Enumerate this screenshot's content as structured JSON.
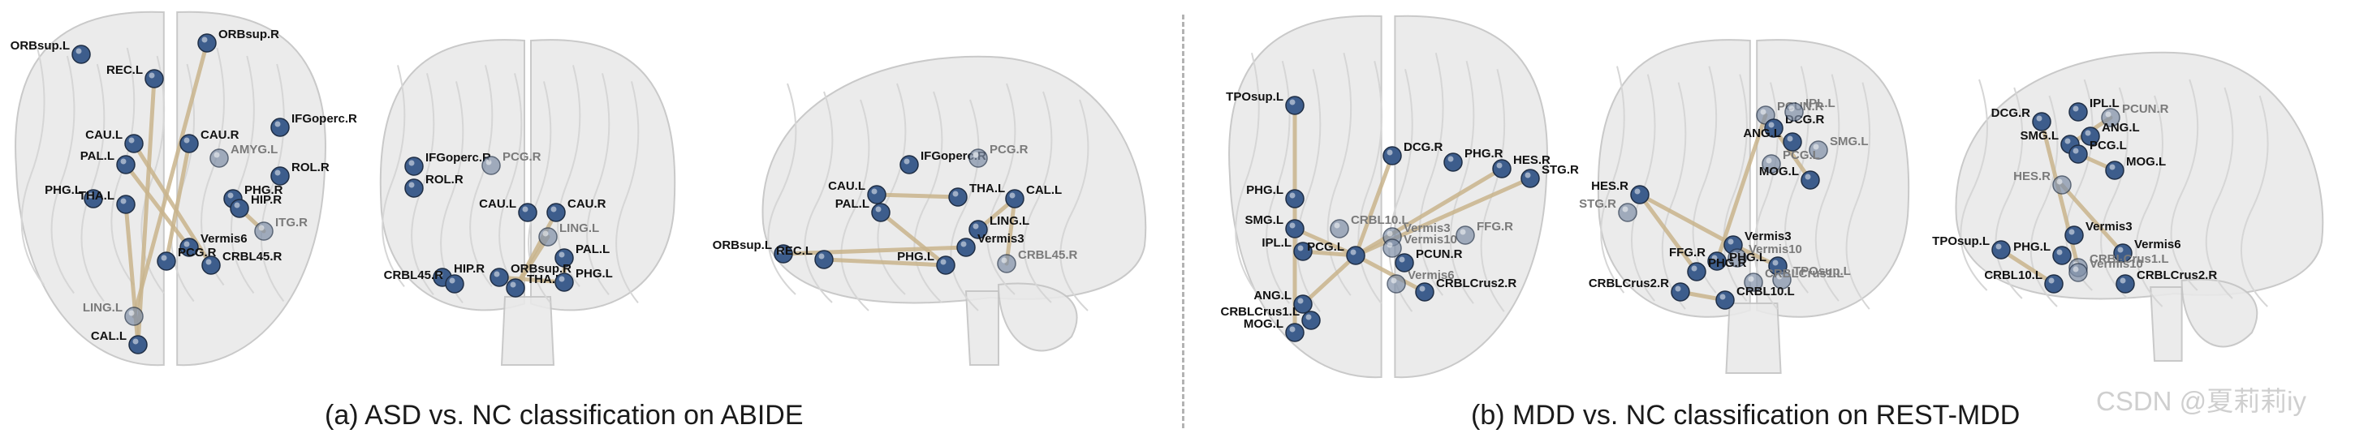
{
  "captions": {
    "a": "(a) ASD vs. NC classification on ABIDE",
    "b": "(b) MDD vs. NC classification on REST-MDD"
  },
  "watermark": "CSDN @夏莉莉iy",
  "colors": {
    "node": "#3d5d8c",
    "edge": "#c9b48c",
    "brain_fill": "#e9e9e9",
    "brain_stroke": "#c4c4c4",
    "label": "#111111",
    "label_faded": "#7a7a7a",
    "divider": "#b3b3b3"
  },
  "panels": [
    {
      "id": "asd-axial",
      "view": "axial",
      "labels": [
        {
          "text": "ORBsup.L"
        },
        {
          "text": "ORBsup.R"
        },
        {
          "text": "REC.L"
        },
        {
          "text": "IFGoperc.R"
        },
        {
          "text": "CAU.L"
        },
        {
          "text": "CAU.R"
        },
        {
          "text": "PAL.L"
        },
        {
          "text": "AMYG.L"
        },
        {
          "text": "ROL.R"
        },
        {
          "text": "PHG.L"
        },
        {
          "text": "THA.L"
        },
        {
          "text": "PHG.R"
        },
        {
          "text": "HIP.R"
        },
        {
          "text": "ITG.R"
        },
        {
          "text": "Vermis6"
        },
        {
          "text": "PCG.R"
        },
        {
          "text": "CRBL45.R"
        },
        {
          "text": "LING.L"
        },
        {
          "text": "CAL.L"
        }
      ]
    },
    {
      "id": "asd-coronal",
      "view": "coronal",
      "labels": [
        {
          "text": "IFGoperc.R"
        },
        {
          "text": "ROL.R"
        },
        {
          "text": "PCG.R"
        },
        {
          "text": "CAU.L"
        },
        {
          "text": "CAU.R"
        },
        {
          "text": "LING.L"
        },
        {
          "text": "PAL.L"
        },
        {
          "text": "HIP.R"
        },
        {
          "text": "ORBsup.R"
        },
        {
          "text": "THA.L"
        },
        {
          "text": "PHG.L"
        },
        {
          "text": "CRBL45.R"
        }
      ]
    },
    {
      "id": "asd-sagittal",
      "view": "sagittal",
      "labels": [
        {
          "text": "IFGoperc.R"
        },
        {
          "text": "PCG.R"
        },
        {
          "text": "CAU.L"
        },
        {
          "text": "THA.L"
        },
        {
          "text": "CAL.L"
        },
        {
          "text": "PAL.L"
        },
        {
          "text": "LING.L"
        },
        {
          "text": "ORBsup.L"
        },
        {
          "text": "REC.L"
        },
        {
          "text": "Vermis3"
        },
        {
          "text": "PHG.L"
        },
        {
          "text": "CRBL45.R"
        }
      ]
    },
    {
      "id": "mdd-axial",
      "view": "axial",
      "labels": [
        {
          "text": "TPOsup.L"
        },
        {
          "text": "DCG.R"
        },
        {
          "text": "PHG.L"
        },
        {
          "text": "PHG.R"
        },
        {
          "text": "HES.R"
        },
        {
          "text": "STG.R"
        },
        {
          "text": "SMG.L"
        },
        {
          "text": "CRBL10.L"
        },
        {
          "text": "Vermis3"
        },
        {
          "text": "IPL.L"
        },
        {
          "text": "Vermis10"
        },
        {
          "text": "FFG.R"
        },
        {
          "text": "PCG.L"
        },
        {
          "text": "PCUN.R"
        },
        {
          "text": "ANG.L"
        },
        {
          "text": "CRBLCrus1.L"
        },
        {
          "text": "Vermis6"
        },
        {
          "text": "CRBLCrus2.R"
        },
        {
          "text": "MOG.L"
        }
      ]
    },
    {
      "id": "mdd-coronal",
      "view": "coronal",
      "labels": [
        {
          "text": "PCUN.R"
        },
        {
          "text": "DCG.R"
        },
        {
          "text": "IPL.L"
        },
        {
          "text": "ANG.L"
        },
        {
          "text": "SMG.L"
        },
        {
          "text": "PCG.L"
        },
        {
          "text": "MOG.L"
        },
        {
          "text": "HES.R"
        },
        {
          "text": "STG.R"
        },
        {
          "text": "Vermis3"
        },
        {
          "text": "Vermis10"
        },
        {
          "text": "FFG.R"
        },
        {
          "text": "PHG.R"
        },
        {
          "text": "PHG.L"
        },
        {
          "text": "TPOsup.L"
        },
        {
          "text": "CRBLCrus1.L"
        },
        {
          "text": "CRBLCrus2.R"
        },
        {
          "text": "CRBL10.L"
        }
      ]
    },
    {
      "id": "mdd-sagittal",
      "view": "sagittal",
      "labels": [
        {
          "text": "IPL.L"
        },
        {
          "text": "PCUN.R"
        },
        {
          "text": "DCG.R"
        },
        {
          "text": "ANG.L"
        },
        {
          "text": "SMG.L"
        },
        {
          "text": "PCG.L"
        },
        {
          "text": "MOG.L"
        },
        {
          "text": "HES.R"
        },
        {
          "text": "Vermis3"
        },
        {
          "text": "Vermis6"
        },
        {
          "text": "TPOsup.L"
        },
        {
          "text": "PHG.L"
        },
        {
          "text": "CRBLCrus1.L"
        },
        {
          "text": "CRBL10.L"
        },
        {
          "text": "Vermis10"
        },
        {
          "text": "CRBLCrus2.R"
        }
      ]
    }
  ]
}
